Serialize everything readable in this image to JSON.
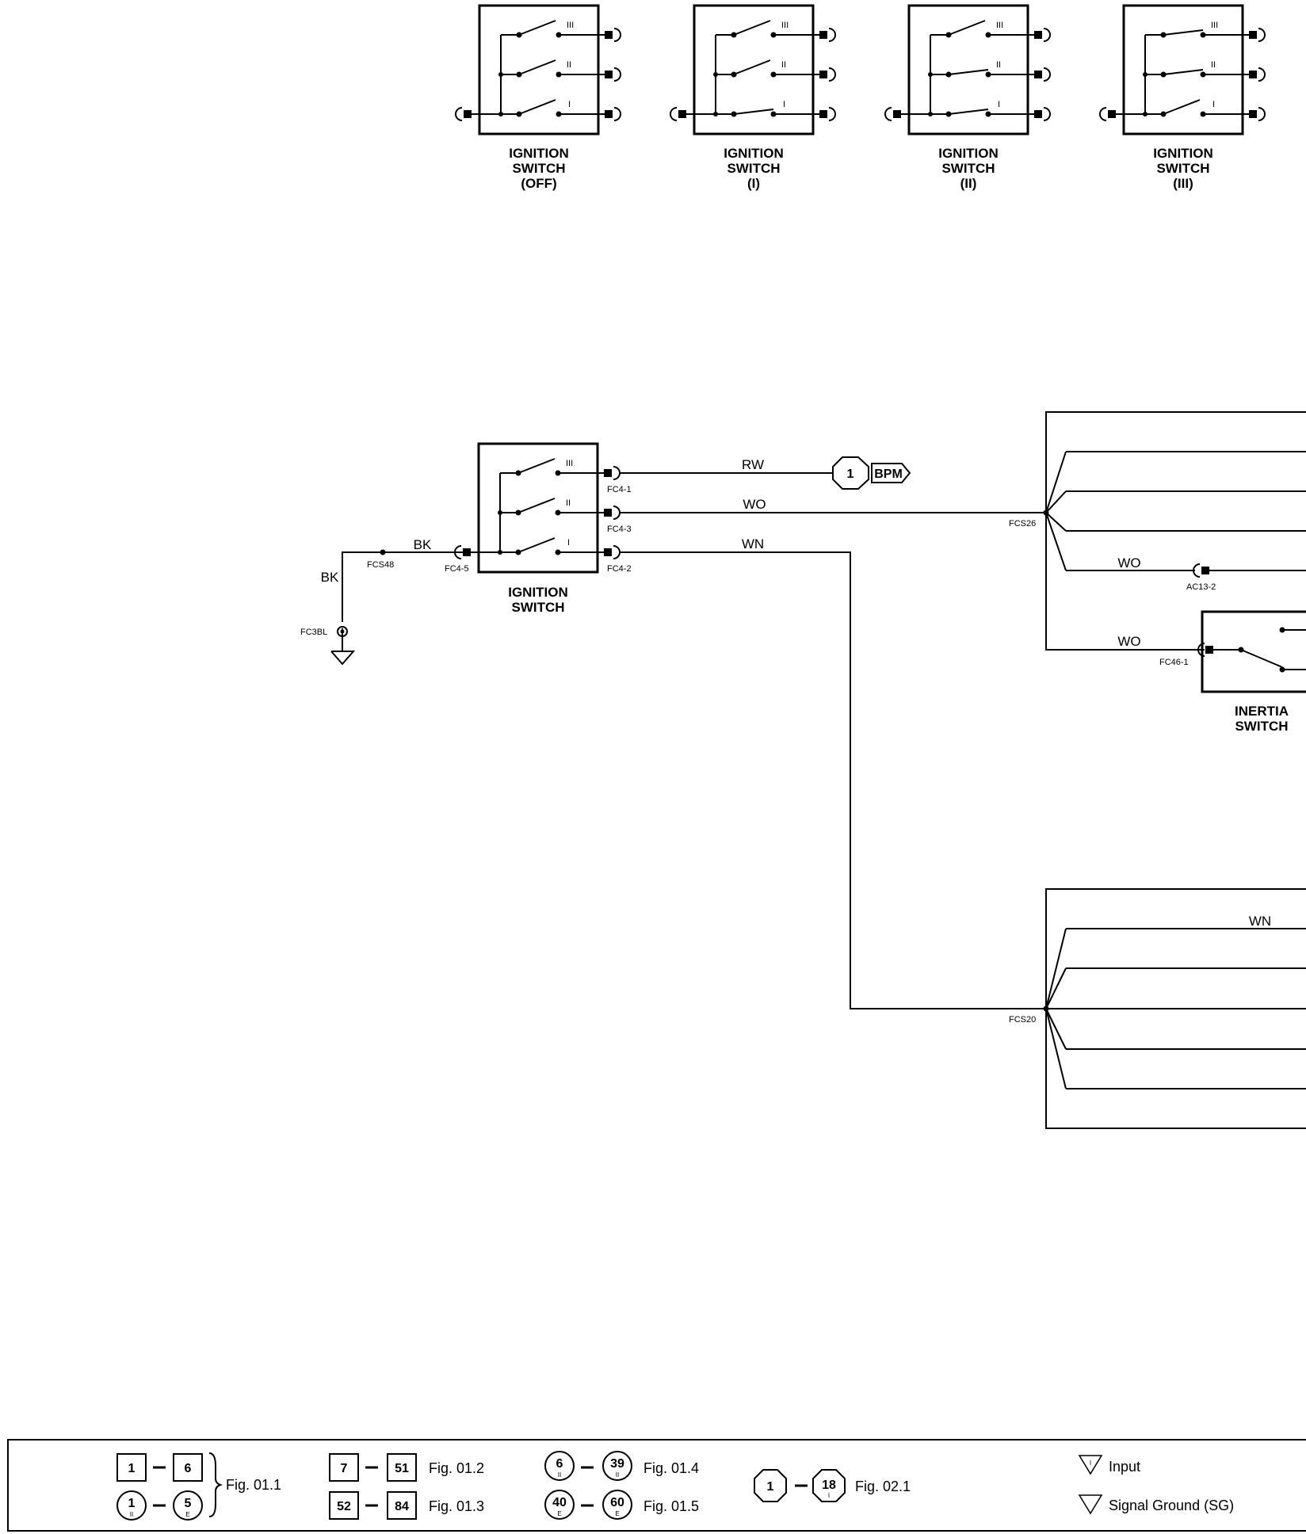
{
  "ignition_states": [
    {
      "title": "IGNITION",
      "title2": "SWITCH",
      "state": "(OFF)"
    },
    {
      "title": "IGNITION",
      "title2": "SWITCH",
      "state": "(I)"
    },
    {
      "title": "IGNITION",
      "title2": "SWITCH",
      "state": "(II)"
    },
    {
      "title": "IGNITION",
      "title2": "SWITCH",
      "state": "(III)"
    }
  ],
  "switch_positions": [
    "III",
    "II",
    "I"
  ],
  "main_switch": {
    "title": "IGNITION",
    "title2": "SWITCH"
  },
  "wires": {
    "rw": "RW",
    "wo": "WO",
    "wn": "WN",
    "bk": "BK",
    "wo2": "WO",
    "wo3": "WO",
    "wn2": "WN"
  },
  "connectors": {
    "fc4_1": "FC4-1",
    "fc4_3": "FC4-3",
    "fc4_2": "FC4-2",
    "fc4_5": "FC4-5",
    "fcs48": "FCS48",
    "fc3bl": "FC3BL",
    "fcs26": "FCS26",
    "ac13_2": "AC13-2",
    "fc46_1": "FC46-1",
    "fcs20": "FCS20"
  },
  "reference": {
    "number": "1",
    "code": "BPM"
  },
  "inertia_switch": {
    "line1": "INERTIA",
    "line2": "SWITCH"
  },
  "legend": {
    "g1": {
      "a": "1",
      "b": "6",
      "c": "1",
      "c_sub": "II",
      "d": "5",
      "d_sub": "E",
      "fig": "Fig. 01.1"
    },
    "g2": {
      "a": "7",
      "b": "51",
      "fig": "Fig. 01.2"
    },
    "g3": {
      "a": "52",
      "b": "84",
      "fig": "Fig. 01.3"
    },
    "g4": {
      "a": "6",
      "a_sub": "II",
      "b": "39",
      "b_sub": "II",
      "fig": "Fig. 01.4"
    },
    "g5": {
      "a": "40",
      "a_sub": "E",
      "b": "60",
      "b_sub": "E",
      "fig": "Fig. 01.5"
    },
    "g6": {
      "a": "1",
      "b": "18",
      "b_sub": "I",
      "fig": "Fig. 02.1"
    },
    "input_symbol": "I",
    "input_label": "Input",
    "sg_label": "Signal Ground (SG)"
  }
}
